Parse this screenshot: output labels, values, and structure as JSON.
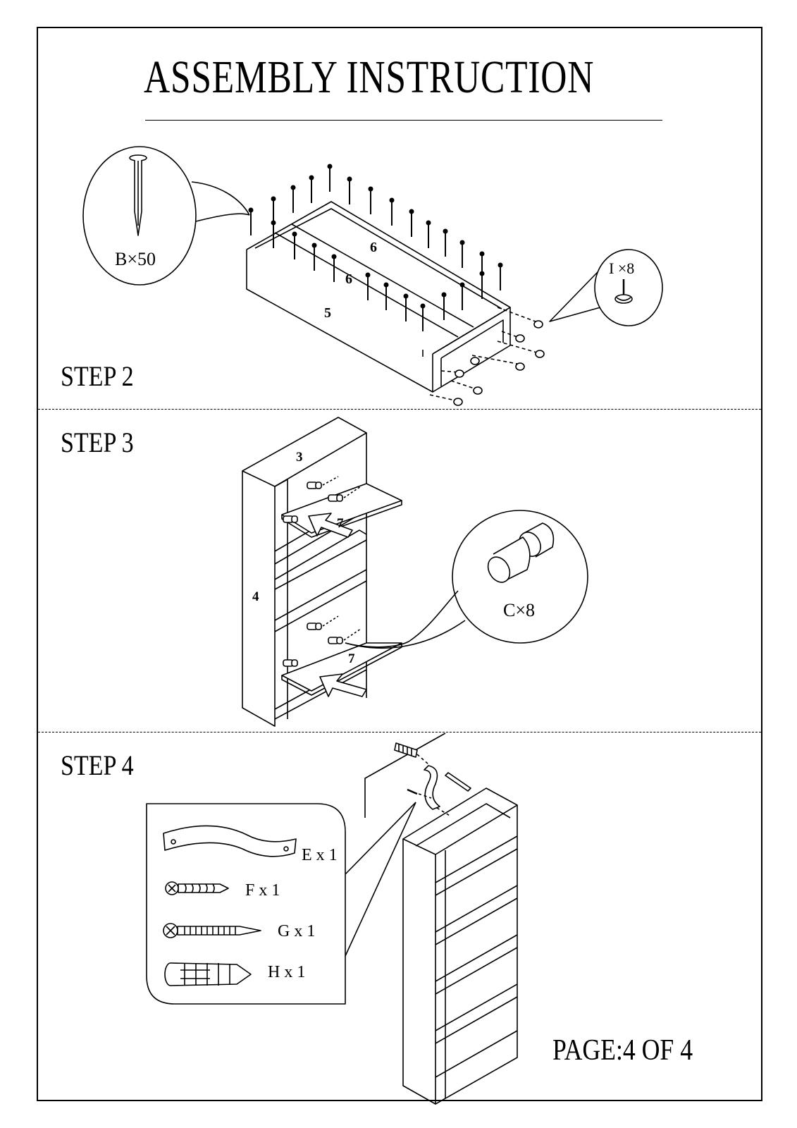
{
  "title": "ASSEMBLY INSTRUCTION",
  "steps": [
    {
      "label": "STEP 2",
      "part_numbers": [
        "6",
        "6",
        "5"
      ],
      "hardware": [
        {
          "code": "B×50",
          "icon": "nail-icon"
        },
        {
          "code": "I ×8",
          "icon": "furniture-glide-icon"
        }
      ]
    },
    {
      "label": "STEP 3",
      "part_numbers": [
        "3",
        "4",
        "7",
        "7"
      ],
      "hardware": [
        {
          "code": "C×8",
          "icon": "shelf-pin-icon"
        }
      ]
    },
    {
      "label": "STEP 4",
      "hardware": [
        {
          "code": "E x 1",
          "icon": "wall-strap-icon"
        },
        {
          "code": "F x 1",
          "icon": "short-screw-icon"
        },
        {
          "code": "G x 1",
          "icon": "long-screw-icon"
        },
        {
          "code": "H x 1",
          "icon": "wall-anchor-icon"
        }
      ]
    }
  ],
  "footer": {
    "page": "PAGE:4 OF 4"
  }
}
